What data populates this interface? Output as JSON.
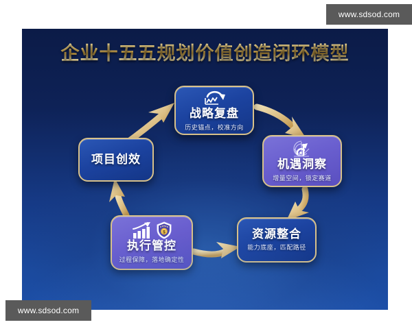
{
  "slide": {
    "title": "企业十五五规划价值创造闭环模型",
    "title_gradient_colors": [
      "#fbf0c4",
      "#e8c979",
      "#c79c3f",
      "#f3e2a8"
    ],
    "background_colors": [
      "#0b1b47",
      "#163a86",
      "#1c4ea6"
    ],
    "arrow_color": "#d8bd85"
  },
  "nodes": [
    {
      "id": "review",
      "label": "战略复盘",
      "sub": "历史锚点，校准方向",
      "color": "#1c43a0",
      "style": "blue",
      "icons": [
        "refresh-chart-icon"
      ]
    },
    {
      "id": "opportunity",
      "label": "机遇洞察",
      "sub": "增量空间，锁定赛道",
      "color": "#6a5fcf",
      "style": "purple",
      "icons": [
        "radar-growth-icon"
      ]
    },
    {
      "id": "resource",
      "label": "资源整合",
      "sub": "能力底座，匹配路径",
      "color": "#1c43a0",
      "style": "blue",
      "icons": []
    },
    {
      "id": "execution",
      "label": "执行管控",
      "sub": "过程保障，落地确定性",
      "color": "#6a5fcf",
      "style": "purple",
      "icons": [
        "bar-chart-growth-icon",
        "shield-dollar-icon"
      ]
    },
    {
      "id": "value",
      "label": "项目创效",
      "sub": "",
      "color": "#1c43a0",
      "style": "blue",
      "icons": []
    }
  ],
  "flow": [
    {
      "from": "value",
      "to": "review"
    },
    {
      "from": "review",
      "to": "opportunity"
    },
    {
      "from": "opportunity",
      "to": "resource"
    },
    {
      "from": "execution",
      "to": "resource"
    },
    {
      "from": "execution",
      "to": "value"
    }
  ],
  "watermarks": {
    "top": "www.sdsod.com",
    "bottom": "www.sdsod.com"
  }
}
